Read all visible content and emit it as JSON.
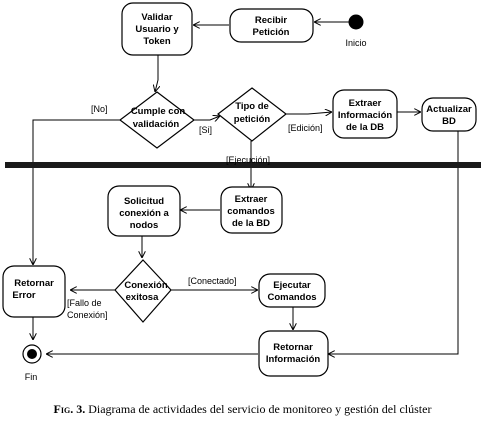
{
  "nodes": {
    "start_label": "Inicio",
    "end_label": "Fin",
    "validar": [
      "Validar",
      "Usuario y",
      "Token"
    ],
    "recibir": [
      "Recibir",
      "Petición"
    ],
    "cumple": [
      "Cumple con",
      "validación"
    ],
    "tipo": [
      "Tipo de",
      "petición"
    ],
    "extraer_info": [
      "Extraer",
      "Información",
      "de la DB"
    ],
    "actualizar": [
      "Actualizar",
      "BD"
    ],
    "solicitud": [
      "Solicitud",
      "conexión a",
      "nodos"
    ],
    "extraer_comandos": [
      "Extraer",
      "comandos",
      "de la BD"
    ],
    "retornar_error": [
      "Retornar",
      "Error"
    ],
    "conexion": [
      "Conexión",
      "exitosa"
    ],
    "ejecutar": [
      "Ejecutar",
      "Comandos"
    ],
    "retornar_info": [
      "Retornar",
      "Información"
    ]
  },
  "guards": {
    "no": "[No]",
    "si": "[Si]",
    "edicion": "[Edición]",
    "ejecucion": "[Ejecución]",
    "conectado": "[Conectado]",
    "fallo": [
      "[Fallo de",
      "Conexión]"
    ]
  },
  "caption": {
    "fig": "Fig. 3.",
    "text": " Diagrama de actividades del servicio de monitoreo y gestión del clúster"
  }
}
